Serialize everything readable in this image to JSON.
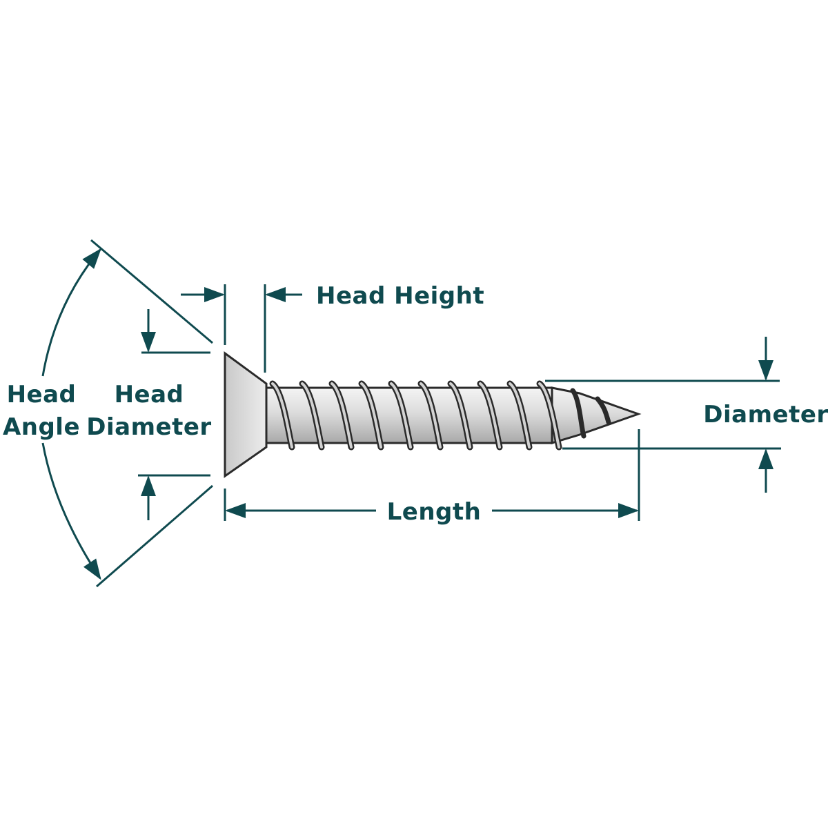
{
  "labels": {
    "head_angle_line1": "Head",
    "head_angle_line2": "Angle",
    "head_diameter_line1": "Head",
    "head_diameter_line2": "Diameter",
    "head_height": "Head Height",
    "diameter": "Diameter",
    "length": "Length"
  },
  "colors": {
    "dimension": "#0f4a4f",
    "screw_light": "#e6e6e6",
    "screw_mid": "#b9b9b9",
    "screw_outline": "#2a2a2a"
  }
}
